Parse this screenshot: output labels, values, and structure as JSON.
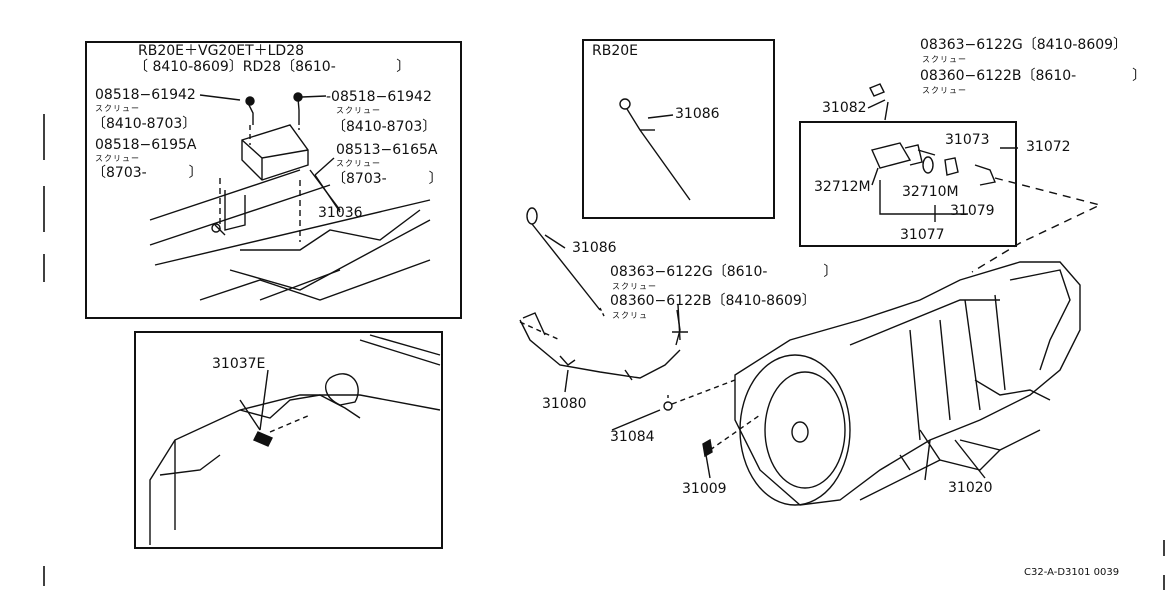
{
  "top_left_panel": {
    "header_line1": "RB20E＋VG20ET＋LD28",
    "header_line2": "〔 8410-8609〕RD28〔8610-　　　　 〕",
    "part_a": "08518−61942",
    "part_a_kana": "スクリュー",
    "part_a_range": "〔8410-8703〕",
    "part_b": "08518−6195A",
    "part_b_kana": "スクリュー",
    "part_b_range": "〔8703-　　　〕",
    "part_c": "-08518−61942",
    "part_c_kana": "スクリュー",
    "part_c_range": "〔8410-8703〕",
    "part_d": "08513−6165A",
    "part_d_kana": "スクリュー",
    "part_d_range": "〔8703-　　　〕",
    "part_e": "31036"
  },
  "bottom_left_panel": {
    "part": "31037E"
  },
  "rb20e_panel": {
    "header": "RB20E",
    "part": "31086"
  },
  "top_right": {
    "bolt_a": "08363−6122G〔8410-8609〕",
    "bolt_a_kana": "スクリュー",
    "bolt_b": "08360−6122B〔8610-　　　　〕",
    "bolt_b_kana": "スクリュー",
    "part_31082": "31082"
  },
  "speedo_panel": {
    "p31073": "31073",
    "p31072": "31072",
    "p32712m": "32712M",
    "p32710m": "32710M",
    "p31079": "31079",
    "p31077": "31077"
  },
  "center": {
    "p31086": "31086",
    "bolt_c": "08363−6122G〔8610-　　　　〕",
    "bolt_c_kana": "スクリュー",
    "bolt_d": "08360−6122B〔8410-8609〕",
    "bolt_d_kana": "スクリュ",
    "p31080": "31080",
    "p31084": "31084",
    "p31009": "31009",
    "p31020": "31020"
  },
  "diagram_code": "C32-A-D3101 0039"
}
